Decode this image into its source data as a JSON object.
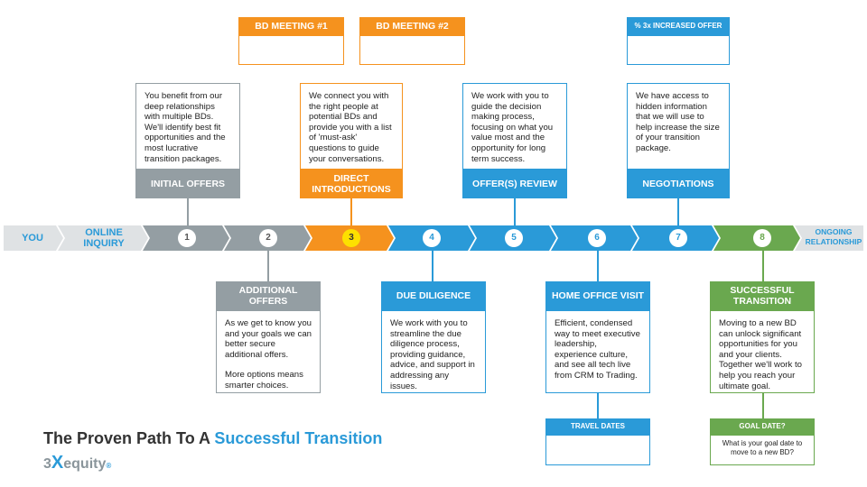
{
  "colors": {
    "gray": "#949ea3",
    "orange": "#f5921e",
    "blue": "#2a9ad8",
    "green": "#6aa84f",
    "light_gray": "#dfe2e4"
  },
  "timeline": {
    "start": "YOU",
    "online_inquiry": "ONLINE INQUIRY",
    "steps": [
      "1",
      "2",
      "3",
      "4",
      "5",
      "6",
      "7",
      "8"
    ],
    "end": "ONGOING RELATIONSHIP"
  },
  "top_cards": {
    "initial_offers": {
      "title": "INITIAL OFFERS",
      "text": "You benefit from our deep relationships with multiple BDs. We'll identify best fit opportunities and the most lucrative transition packages."
    },
    "direct_introductions": {
      "title": "DIRECT INTRODUCTIONS",
      "text": "We connect you with the right people at potential BDs and provide you with a list of 'must-ask' questions to guide your conversations."
    },
    "offers_review": {
      "title": "OFFER(S) REVIEW",
      "text": "We work with you to guide the decision making process, focusing on what you value most and the opportunity for long term success."
    },
    "negotiations": {
      "title": "NEGOTIATIONS",
      "text": "We have access to hidden information that we will use to help increase the size of your transition package."
    }
  },
  "bottom_cards": {
    "additional_offers": {
      "title": "ADDITIONAL OFFERS",
      "text1": "As we get to know you and your goals we can better secure additional offers.",
      "text2": "More options means smarter choices."
    },
    "due_diligence": {
      "title": "DUE DILIGENCE",
      "text": "We work with you to streamline the due diligence process, providing guidance, advice, and support in addressing any issues."
    },
    "home_office_visit": {
      "title": "HOME OFFICE VISIT",
      "text": "Efficient, condensed way to meet executive leadership, experience culture, and see all tech live from CRM to Trading."
    },
    "successful_transition": {
      "title": "SUCCESSFUL TRANSITION",
      "text": "Moving to a new BD can unlock significant opportunities for you and your clients. Together we'll work to help you reach your ultimate goal."
    }
  },
  "small_boxes": {
    "bd_meeting_1": "BD MEETING #1",
    "bd_meeting_2": "BD MEETING #2",
    "increased_offer": "% 3x INCREASED OFFER",
    "travel_dates": "TRAVEL DATES",
    "goal_date": "GOAL DATE?",
    "goal_date_text": "What is your goal date to move to a new BD?"
  },
  "footer": {
    "title_start": "The Proven Path To A ",
    "title_accent": "Successful Transition",
    "logo_three": "3",
    "logo_x": "X",
    "logo_word": "equity",
    "logo_mark": "®"
  }
}
